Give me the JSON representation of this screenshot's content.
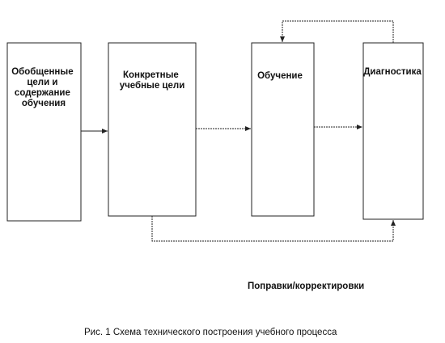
{
  "boxes": {
    "generalized_goals": {
      "lines": [
        "Обобщенные",
        "цели и",
        "содержание",
        "обучения"
      ]
    },
    "specific_goals": {
      "lines": [
        "Конкретные",
        "учебные цели"
      ]
    },
    "learning": {
      "lines": [
        "Обучение"
      ]
    },
    "diagnostics": {
      "lines": [
        "Диагностика"
      ]
    }
  },
  "feedback_label": "Поправки/корректировки",
  "caption": "Рис. 1 Схема технического построения учебного процесса"
}
